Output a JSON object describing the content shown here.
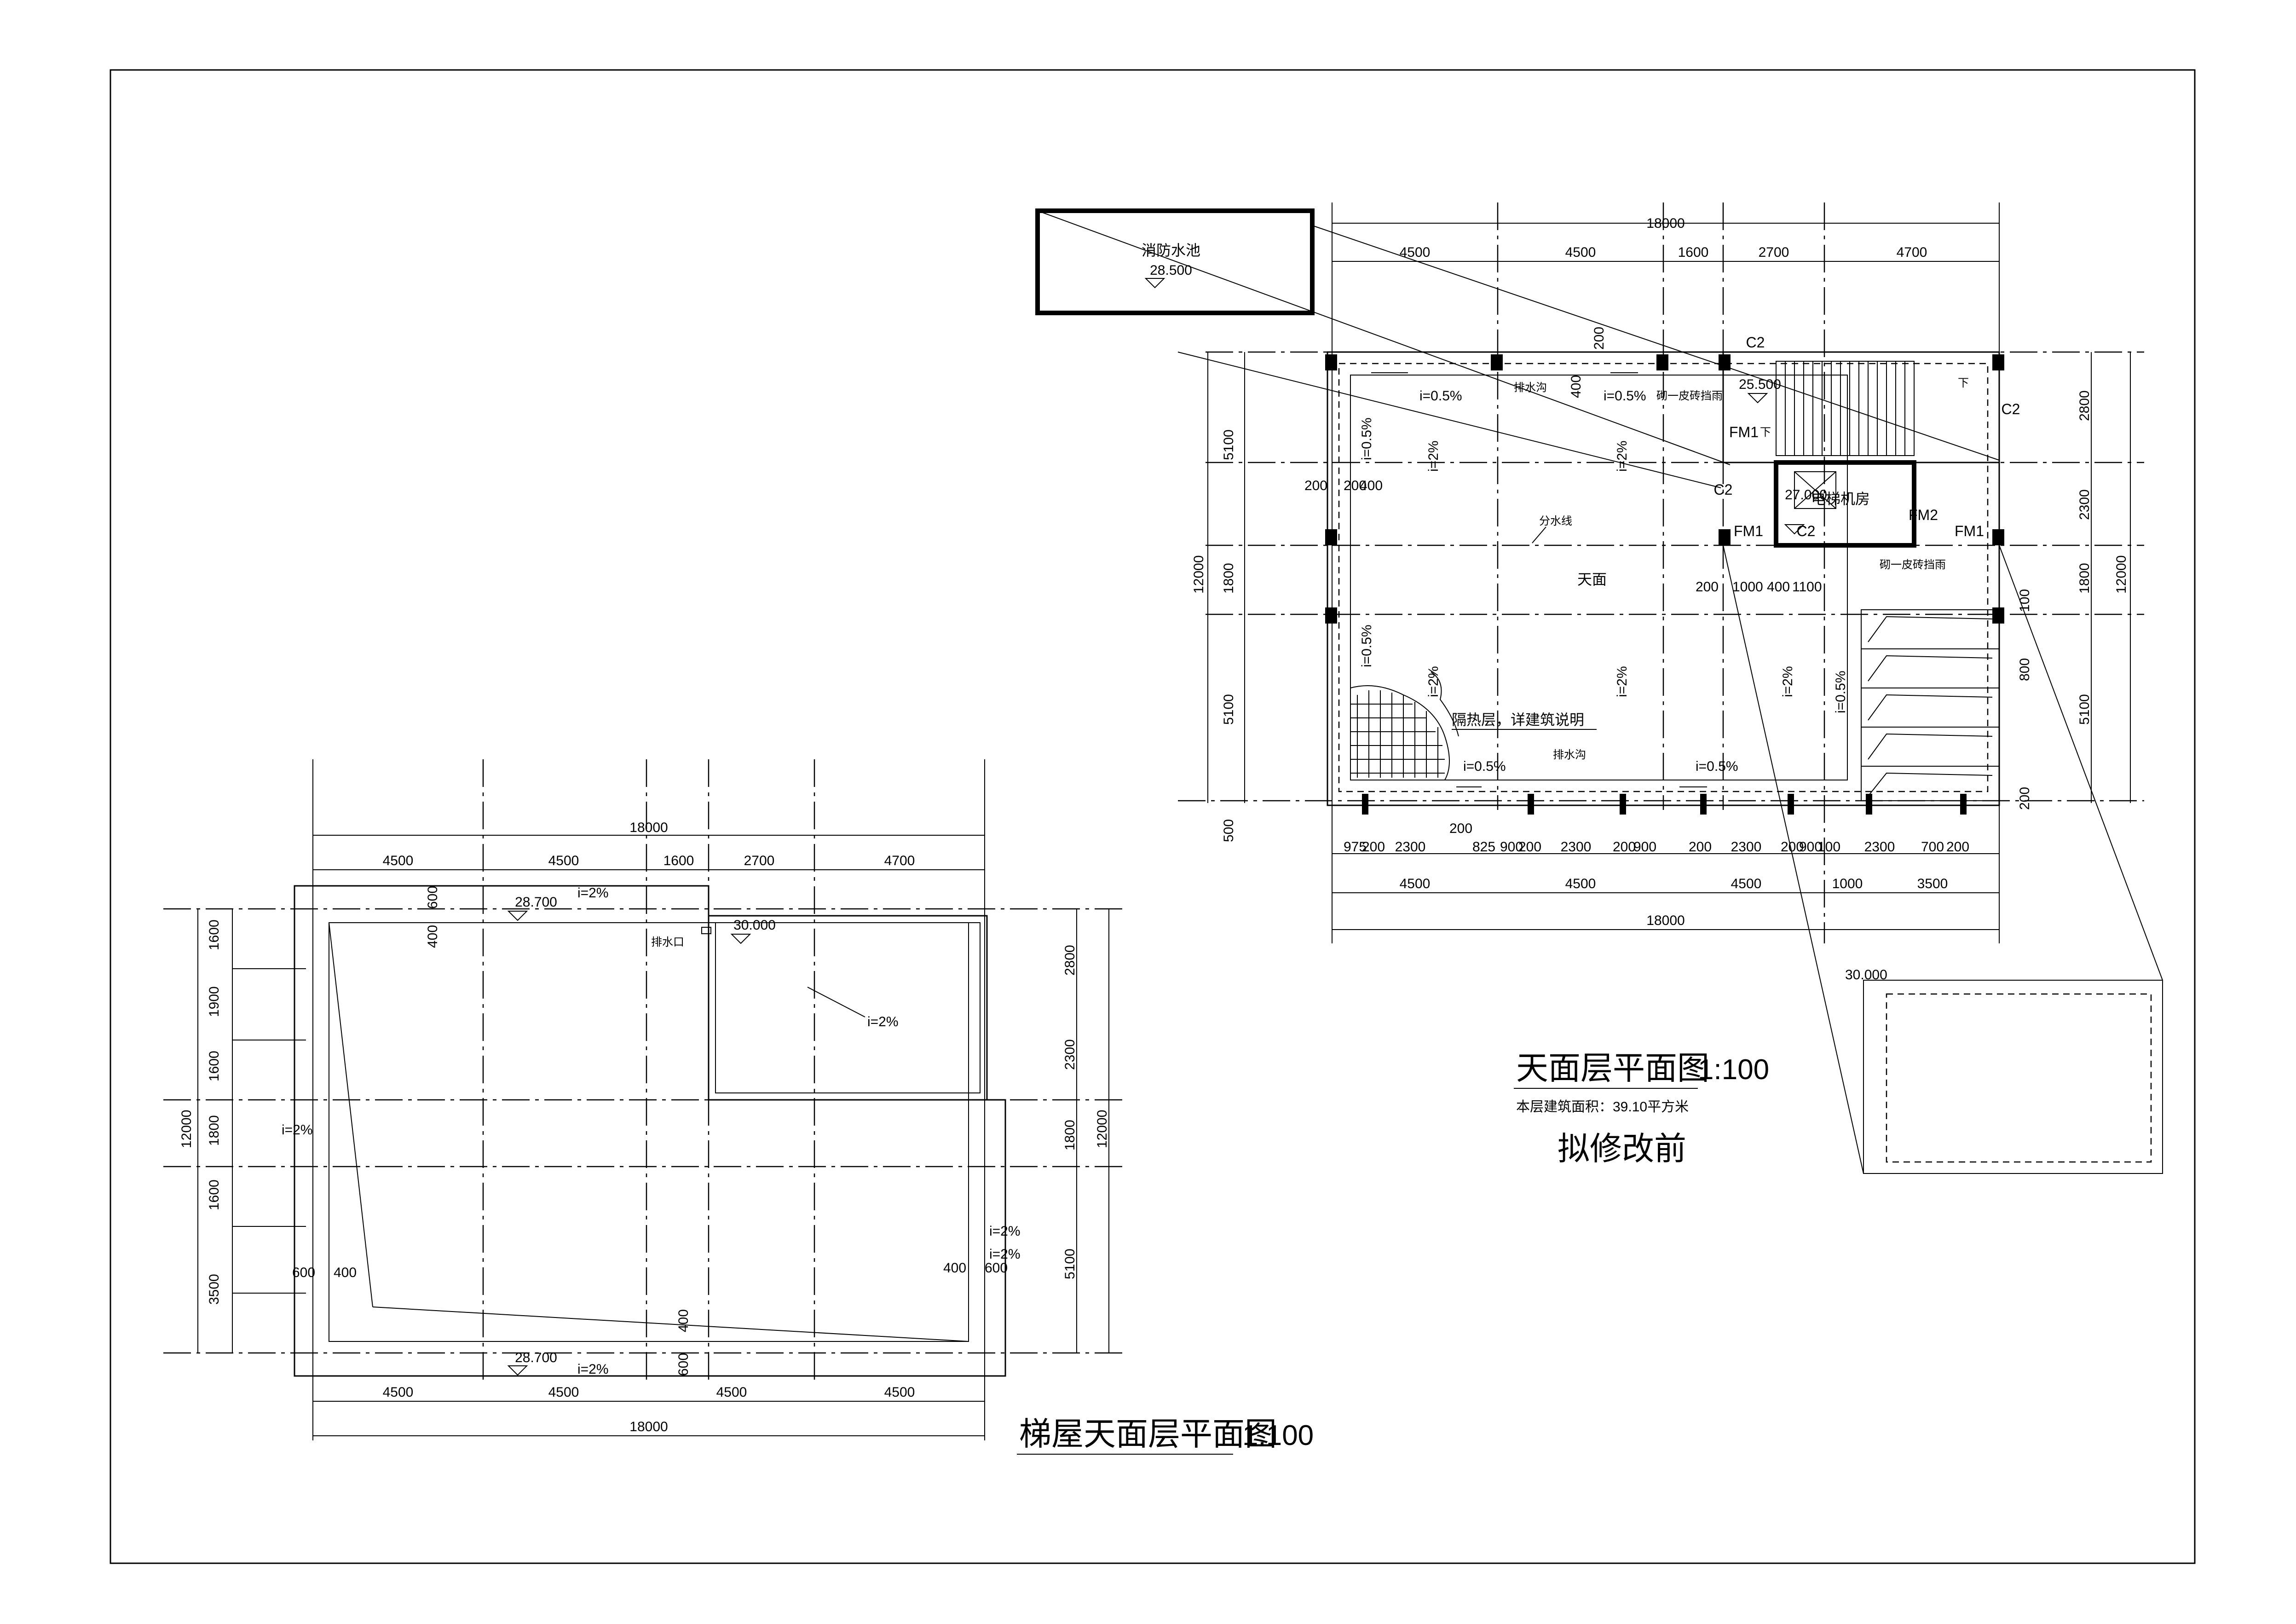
{
  "plan_right": {
    "title": "天面层平面图",
    "scale": "1:100",
    "area_note": "本层建筑面积：39.10平方米",
    "status_note": "拟修改前",
    "fire_pool": {
      "label": "消防水池",
      "level": "28.500"
    },
    "roof_label": "天面",
    "insulation_note": "隔热层，详建筑说明",
    "gutter_label": "排水沟",
    "divide_line_label": "分水线",
    "machine_room_label": "电梯机房",
    "machine_room_level": "27.000",
    "stair_level": "25.500",
    "stair_down": "下",
    "brick_bar": "砌一皮砖挡雨",
    "labels": {
      "c2": "C2",
      "fm1": "FM1",
      "fm2": "FM2"
    },
    "slopes": {
      "i05": "i=0.5%",
      "i2": "i=2%"
    },
    "top_total": "18000",
    "top_dims": [
      "4500",
      "4500",
      "1600",
      "2700",
      "4700"
    ],
    "bottom_dims": [
      "4500",
      "4500",
      "4500",
      "1000",
      "3500"
    ],
    "bottom_total": "18000",
    "window_dims": [
      "975",
      "200",
      "2300",
      "200",
      "825",
      "900",
      "200",
      "2300",
      "200",
      "900",
      "200",
      "2300",
      "200",
      "900",
      "100",
      "2300",
      "700",
      "200"
    ],
    "left_dims": [
      "5100",
      "1800",
      "5100"
    ],
    "left_total": "12000",
    "right_dims": [
      "2800",
      "2300",
      "1800",
      "5100"
    ],
    "right_total": "12000",
    "misc_dims": [
      "200",
      "200",
      "400",
      "400",
      "200",
      "200",
      "1000",
      "400",
      "1100",
      "100",
      "200",
      "800",
      "500"
    ],
    "inset_level": "30.000"
  },
  "plan_left": {
    "title": "梯屋天面层平面图",
    "scale": "1:100",
    "top_total": "18000",
    "top_dims": [
      "4500",
      "4500",
      "1600",
      "2700",
      "4700"
    ],
    "bottom_dims": [
      "4500",
      "4500",
      "4500",
      "4500"
    ],
    "bottom_total": "18000",
    "left_dims": [
      "1600",
      "1900",
      "1600",
      "1800",
      "1600",
      "3500"
    ],
    "left_total": "12000",
    "right_dims": [
      "2800",
      "2300",
      "1800",
      "5100"
    ],
    "right_total": "12000",
    "level_top": "28.700",
    "level_bottom": "28.700",
    "level_upper": "30.000",
    "drain_label": "排水口",
    "slope_label": "i=2%",
    "edge_dims": [
      "600",
      "400"
    ]
  }
}
